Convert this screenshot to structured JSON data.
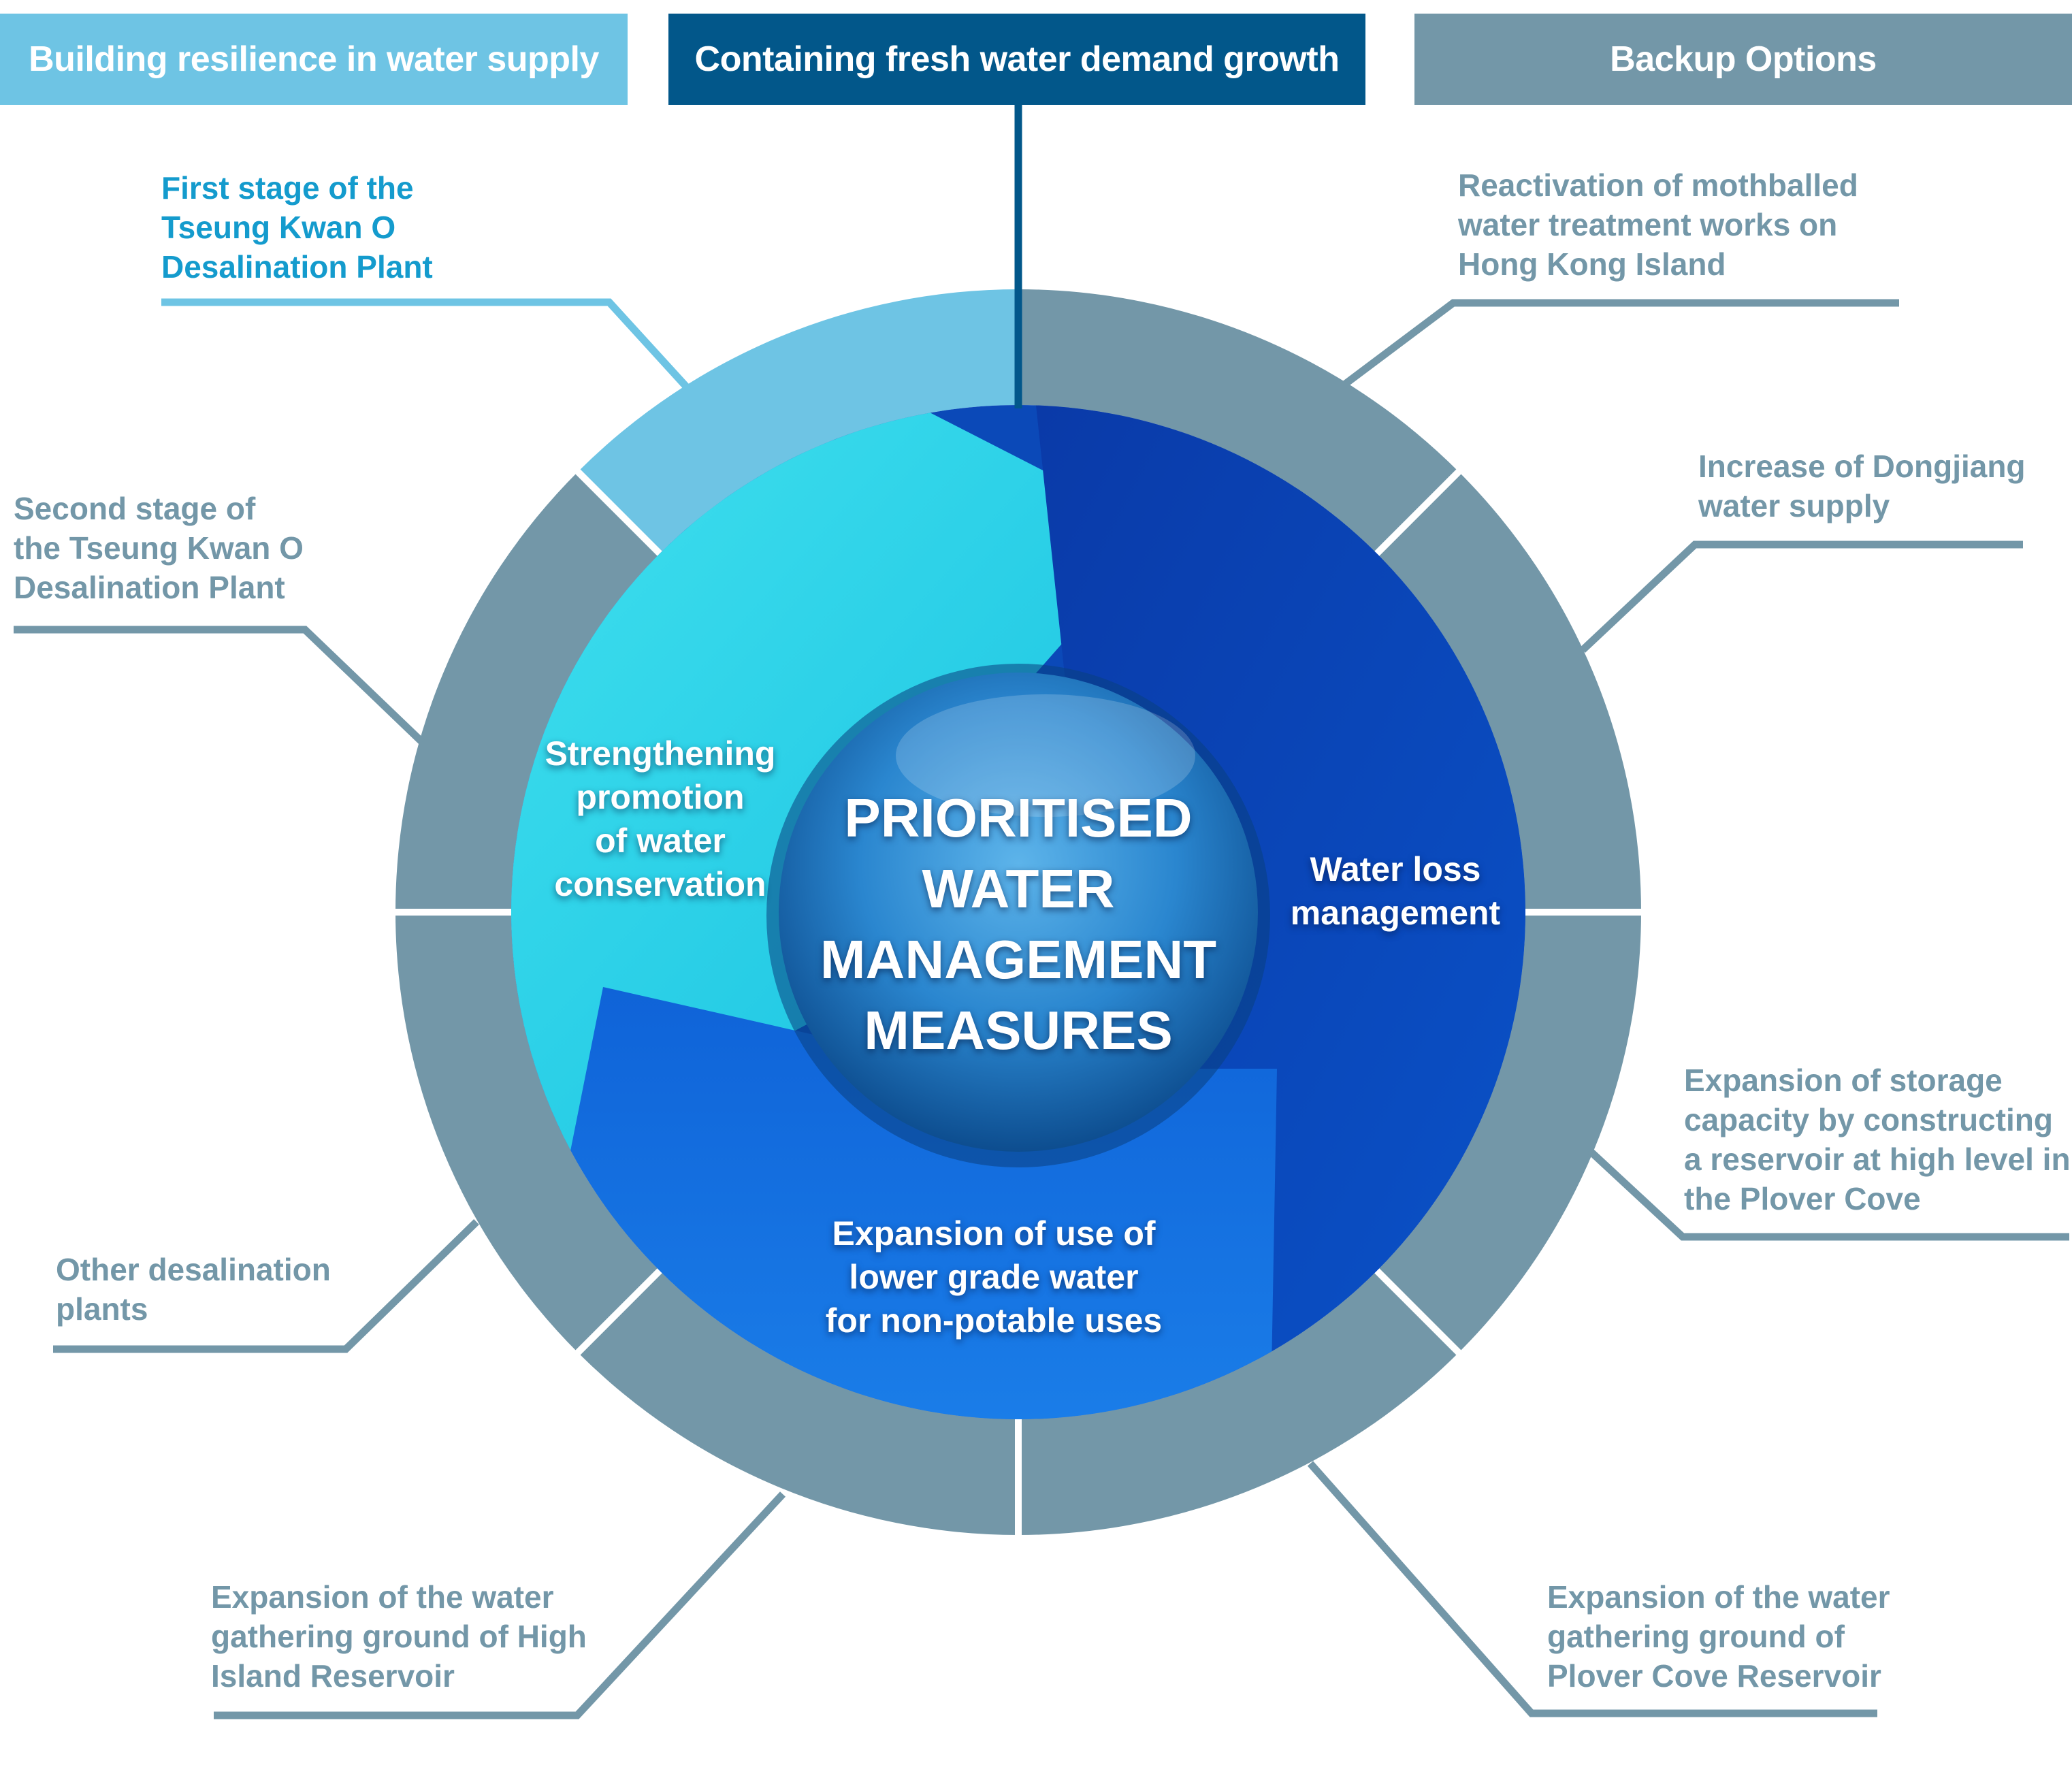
{
  "headers": {
    "left": "Building resilience in water supply",
    "middle": "Containing fresh water demand growth",
    "right": "Backup Options"
  },
  "colors": {
    "resilience": "#6ec4e4",
    "demand": "#02578a",
    "backup": "#7397a8",
    "label_blue": "#149bcd",
    "inner_cyan": "#1fd3e8",
    "inner_dark_blue": "#0a3eaa",
    "inner_mid_blue": "#1168d8"
  },
  "center": {
    "title_lines": [
      "PRIORITISED",
      "WATER",
      "MANAGEMENT",
      "MEASURES"
    ]
  },
  "inner_segments": [
    {
      "id": "conservation",
      "lines": [
        "Strengthening",
        "promotion",
        "of water",
        "conservation"
      ]
    },
    {
      "id": "water-loss",
      "lines": [
        "Water loss",
        "management"
      ]
    },
    {
      "id": "lower-grade",
      "lines": [
        "Expansion of use of",
        "lower grade water",
        "for non-potable uses"
      ]
    }
  ],
  "callouts": [
    {
      "id": "tko-first",
      "category": "resilience",
      "lines": [
        "First stage of the",
        "Tseung Kwan O",
        "Desalination Plant"
      ]
    },
    {
      "id": "tko-second",
      "category": "backup",
      "lines": [
        "Second stage of",
        "the Tseung Kwan O",
        "Desalination Plant"
      ]
    },
    {
      "id": "other-desal",
      "category": "backup",
      "lines": [
        "Other desalination",
        "plants"
      ]
    },
    {
      "id": "high-island",
      "category": "backup",
      "lines": [
        "Expansion of the water",
        "gathering ground of High",
        "Island Reservoir"
      ]
    },
    {
      "id": "reactivation",
      "category": "backup",
      "lines": [
        "Reactivation of mothballed",
        "water treatment works on",
        "Hong Kong Island"
      ]
    },
    {
      "id": "dongjiang",
      "category": "backup",
      "lines": [
        "Increase of Dongjiang",
        "water supply"
      ]
    },
    {
      "id": "storage",
      "category": "backup",
      "lines": [
        "Expansion of storage",
        "capacity by constructing",
        "a reservoir at high level in",
        "the Plover Cove"
      ]
    },
    {
      "id": "plover-cove",
      "category": "backup",
      "lines": [
        "Expansion of the water",
        "gathering ground of",
        "Plover Cove Reservoir"
      ]
    }
  ]
}
